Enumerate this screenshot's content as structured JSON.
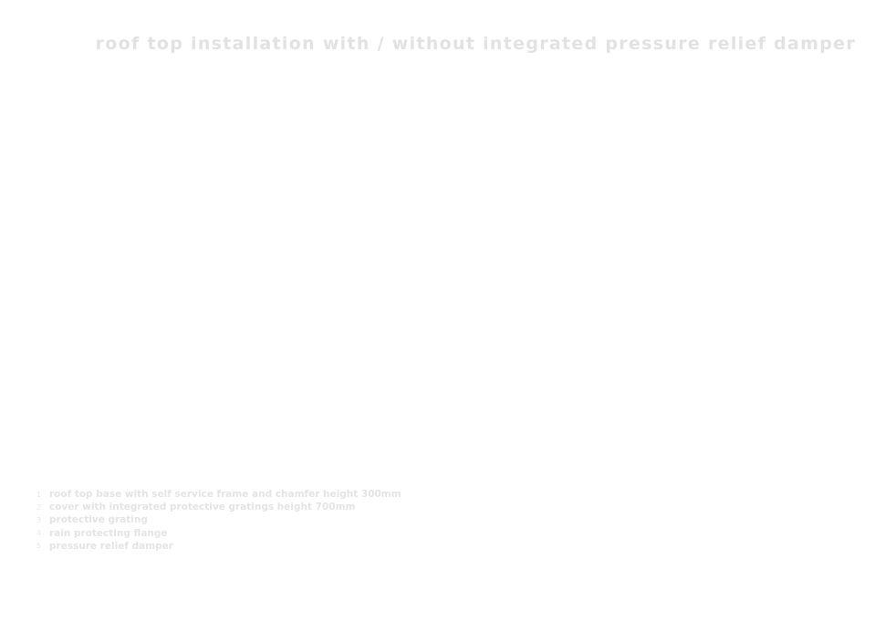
{
  "title": "roof top installation with / without integrated pressure relief damper",
  "legend": {
    "items": [
      {
        "number": "1",
        "label": "roof top base with self service frame and chamfer height 300mm"
      },
      {
        "number": "2",
        "label": "cover with integrated protective gratings height 700mm"
      },
      {
        "number": "3",
        "label": "protective grating"
      },
      {
        "number": "4",
        "label": "rain protecting flange"
      },
      {
        "number": "5",
        "label": "pressure relief damper"
      }
    ]
  },
  "colors": {
    "background": "#ffffff",
    "text": "#f7f7f7"
  }
}
